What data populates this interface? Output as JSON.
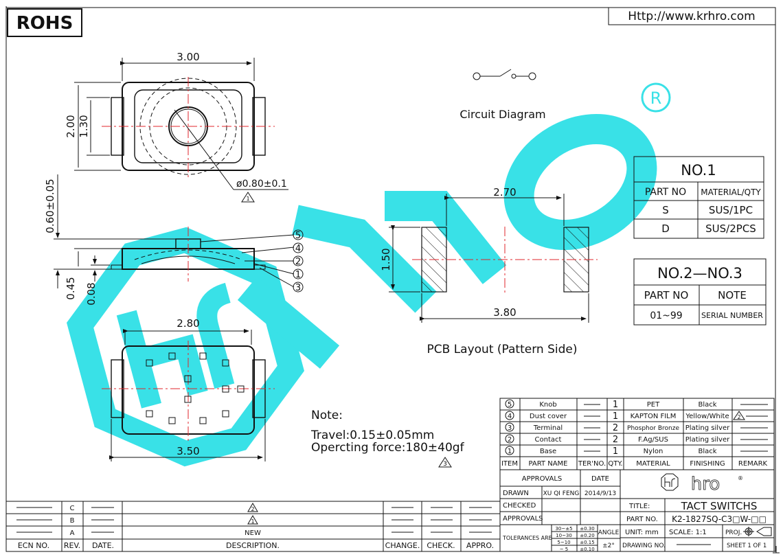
{
  "header": {
    "rohs": "ROHS",
    "url": "Http://www.krhro.com"
  },
  "top_view": {
    "width_dim": "3.00",
    "height_dim": "2.00",
    "inner_dim": "1.30",
    "hole_dim": "ø0.80±0.1",
    "hole_mark": "1"
  },
  "side_view": {
    "total_height": "0.60±0.05",
    "body_height": "0.45",
    "base_height": "0.08",
    "callouts": [
      "5",
      "4",
      "2",
      "1",
      "3"
    ]
  },
  "bottom_view": {
    "top_dim": "2.80",
    "width_dim": "3.50"
  },
  "circuit": {
    "label": "Circuit Diagram"
  },
  "pcb": {
    "pad_spacing": "2.70",
    "pad_height": "1.50",
    "total_width": "3.80",
    "label": "PCB Layout (Pattern Side)"
  },
  "table_no1": {
    "title": "NO.1",
    "headers": [
      "PART NO",
      "MATERIAL/QTY"
    ],
    "rows": [
      [
        "S",
        "SUS/1PC"
      ],
      [
        "D",
        "SUS/2PCS"
      ]
    ]
  },
  "table_no2": {
    "title": "NO.2—NO.3",
    "headers": [
      "PART NO",
      "NOTE"
    ],
    "rows": [
      [
        "01~99",
        "SERIAL NUMBER"
      ]
    ]
  },
  "notes": {
    "title": "Note:",
    "travel": "Travel:0.15±0.05mm",
    "force": "Opercting force:180±40gf",
    "force_mark": "3"
  },
  "bom": {
    "headers": [
      "ITEM",
      "PART NAME",
      "TER'NO.",
      "QTY.",
      "MATERIAL",
      "FINISHING",
      "REMARK"
    ],
    "rows": [
      {
        "item": "5",
        "name": "Knob",
        "qty": "1",
        "material": "PET",
        "finishing": "Black",
        "remark": ""
      },
      {
        "item": "4",
        "name": "Dust cover",
        "qty": "1",
        "material": "KAPTON FILM",
        "finishing": "Yellow/White",
        "remark": "2"
      },
      {
        "item": "3",
        "name": "Terminal",
        "qty": "2",
        "material": "Phosphor Bronze",
        "finishing": "Plating silver",
        "remark": ""
      },
      {
        "item": "2",
        "name": "Contact",
        "qty": "2",
        "material": "F.Ag/SUS",
        "finishing": "Plating silver",
        "remark": ""
      },
      {
        "item": "1",
        "name": "Base",
        "qty": "1",
        "material": "Nylon",
        "finishing": "Black",
        "remark": ""
      }
    ]
  },
  "title_block": {
    "approvals": "APPROVALS",
    "date": "DATE",
    "drawn": "DRAWN",
    "drawn_by": "XU QI FENG",
    "drawn_date": "2014/9/13",
    "checked": "CHECKED",
    "approvals2": "APPROVALS",
    "tolerances": "TOLERANCES ARE",
    "tol_ranges": [
      "30~±5",
      "10~30",
      "5~10",
      "~ 5"
    ],
    "tol_values": [
      "±0.30",
      "±0.20",
      "±0.15",
      "±0.10"
    ],
    "angle": "ANGLE",
    "angle_val": "±2°",
    "logo": "hro",
    "title_label": "TITLE:",
    "title_value": "TACT SWITCHS",
    "partno_label": "PART NO.",
    "partno_value": "K2-1827SQ-C3□W-□□",
    "unit": "UNIT: mm",
    "scale": "SCALE:  1:1",
    "proj": "PROJ.",
    "drawing_no": "DRAWING NO.",
    "sheet": "SHEET  1  OF  1"
  },
  "revisions": {
    "rows": [
      {
        "rev": "C",
        "desc": "2"
      },
      {
        "rev": "B",
        "desc": "1"
      },
      {
        "rev": "A",
        "desc": "NEW"
      }
    ],
    "footer": [
      "ECN NO.",
      "REV.",
      "DATE.",
      "DESCRIPTION.",
      "CHANGE.",
      "CHECK.",
      "APPRO."
    ]
  },
  "colors": {
    "watermark": "#2fe0e6",
    "centerline": "#e0262b"
  }
}
